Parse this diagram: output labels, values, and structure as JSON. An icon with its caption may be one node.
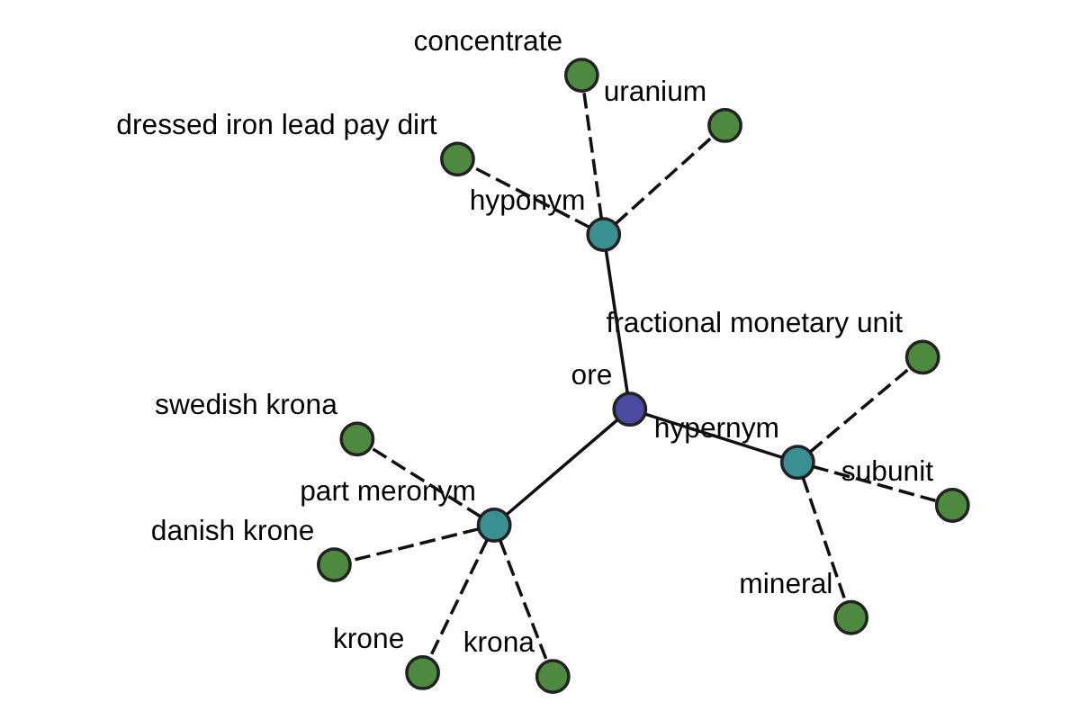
{
  "diagram": {
    "nodes": [
      {
        "text": [
          "krone"
        ]
      },
      {
        "text": [
          "krona"
        ]
      },
      {
        "text": [
          "part meronym"
        ]
      },
      {
        "text": [
          "swedish krona"
        ]
      },
      {
        "text": [
          "fractional monetary unit"
        ]
      },
      {
        "text": [
          "concentrate"
        ]
      },
      {
        "text": [
          "ore"
        ]
      },
      {
        "text": [
          "hypernym"
        ]
      },
      {
        "text": [
          "danish krone"
        ]
      },
      {
        "text": [
          "mineral"
        ]
      },
      {
        "text": [
          "hyponym"
        ]
      },
      {
        "text": [
          "dressed iron lead pay dirt"
        ]
      },
      {
        "text": [
          "subunit"
        ]
      },
      {
        "text": [
          "uranium"
        ]
      }
    ],
    "edges": [
      {
        "from": 6,
        "to": 7,
        "arrow": "none"
      },
      {
        "from": 6,
        "to": 2,
        "arrow": "none"
      },
      {
        "from": 6,
        "to": 10,
        "arrow": "none"
      },
      {
        "from": 7,
        "to": 4,
        "arrow": "none",
        "style": "dashed"
      },
      {
        "from": 7,
        "to": 9,
        "arrow": "none",
        "style": "dashed"
      },
      {
        "from": 7,
        "to": 12,
        "arrow": "none",
        "style": "dashed"
      },
      {
        "from": 2,
        "to": 0,
        "arrow": "none",
        "style": "dashed"
      },
      {
        "from": 2,
        "to": 1,
        "arrow": "none",
        "style": "dashed"
      },
      {
        "from": 2,
        "to": 3,
        "arrow": "none",
        "style": "dashed"
      },
      {
        "from": 2,
        "to": 8,
        "arrow": "none",
        "style": "dashed"
      },
      {
        "from": 10,
        "to": 5,
        "arrow": "none",
        "style": "dashed"
      },
      {
        "from": 10,
        "to": 11,
        "arrow": "none",
        "style": "dashed"
      },
      {
        "from": 10,
        "to": 13,
        "arrow": "none",
        "style": "dashed"
      }
    ]
  }
}
